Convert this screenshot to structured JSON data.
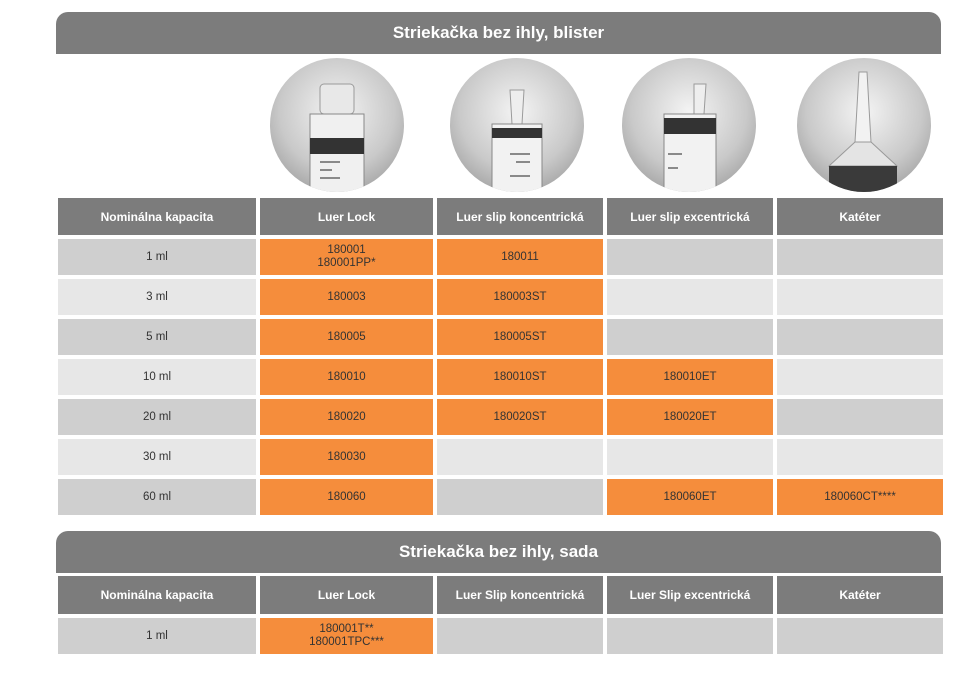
{
  "sections": [
    {
      "title": "Striekačka bez ihly, blister",
      "headers": [
        "Nominálna kapacita",
        "Luer Lock",
        "Luer slip koncentrická",
        "Luer slip excentrická",
        "Katéter"
      ],
      "rows": [
        {
          "capacity": "1 ml",
          "cells": [
            [
              "180001",
              "180001PP*"
            ],
            [
              "180011"
            ],
            [],
            []
          ]
        },
        {
          "capacity": "3 ml",
          "cells": [
            [
              "180003"
            ],
            [
              "180003ST"
            ],
            [],
            []
          ]
        },
        {
          "capacity": "5 ml",
          "cells": [
            [
              "180005"
            ],
            [
              "180005ST"
            ],
            [],
            []
          ]
        },
        {
          "capacity": "10 ml",
          "cells": [
            [
              "180010"
            ],
            [
              "180010ST"
            ],
            [
              "180010ET"
            ],
            []
          ]
        },
        {
          "capacity": "20 ml",
          "cells": [
            [
              "180020"
            ],
            [
              "180020ST"
            ],
            [
              "180020ET"
            ],
            []
          ]
        },
        {
          "capacity": "30 ml",
          "cells": [
            [
              "180030"
            ],
            [],
            [],
            []
          ]
        },
        {
          "capacity": "60 ml",
          "cells": [
            [
              "180060"
            ],
            [],
            [
              "180060ET"
            ],
            [
              "180060CT****"
            ]
          ]
        }
      ]
    },
    {
      "title": "Striekačka bez ihly, sada",
      "headers": [
        "Nominálna kapacita",
        "Luer Lock",
        "Luer Slip koncentrická",
        "Luer Slip excentrická",
        "Katéter"
      ],
      "rows": [
        {
          "capacity": "1 ml",
          "cells": [
            [
              "180001T**",
              "180001TPC***"
            ],
            [],
            [],
            []
          ]
        }
      ]
    }
  ],
  "photos": [
    "luer-lock-tip",
    "luer-slip-concentric-tip",
    "luer-slip-eccentric-tip",
    "catheter-tip"
  ],
  "colors": {
    "header": "#7c7c7c",
    "highlight": "#f58d3c",
    "row_dark": "#cfcfcf",
    "row_light": "#e7e7e7"
  }
}
